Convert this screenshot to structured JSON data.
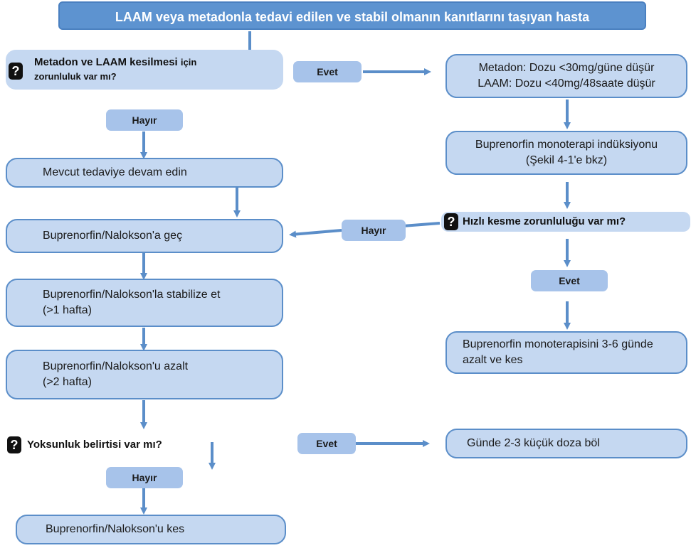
{
  "title": "LAAM veya metadonla tedavi edilen ve stabil olmanın kanıtlarını taşıyan hasta",
  "questions": {
    "q1_line1_bold": "Metadon ve LAAM kesilmesi",
    "q1_line1_small": "için",
    "q1_line2": "zorunluluk var mı?",
    "q2": "Hızlı kesme zorunluluğu var mı?",
    "q3": "Yoksunluk belirtisi var mı?"
  },
  "tags": {
    "evet1": "Evet",
    "hayir1": "Hayır",
    "hayir2": "Hayır",
    "evet2": "Evet",
    "evet3": "Evet",
    "hayir3": "Hayır"
  },
  "boxes": {
    "reduce_line1": "Metadon: Dozu <30mg/güne düşür",
    "reduce_line2": "LAAM: Dozu <40mg/48saate düşür",
    "induction_line1": "Buprenorfin monoterapi indüksiyonu",
    "induction_line2": "(Şekil 4-1'e bkz)",
    "continue": "Mevcut tedaviye devam edin",
    "switch": "Buprenorfin/Nalokson'a geç",
    "stabilize_line1": "Buprenorfin/Nalokson'la stabilize et",
    "stabilize_line2": "(>1 hafta)",
    "taper_line1": "Buprenorfin/Nalokson'u azalt",
    "taper_line2": "(>2 hafta)",
    "mono_taper_line1": "Buprenorfin monoterapisini 3-6 günde",
    "mono_taper_line2": "azalt ve kes",
    "split": "Günde 2-3 küçük doza böl",
    "stop": "Buprenorfin/Nalokson'u kes"
  },
  "icons": {
    "question": "question-icon",
    "arrow": "arrow-icon"
  },
  "colors": {
    "header": "#5d93d0",
    "box_fill": "#c5d8f1",
    "box_border": "#5b8ec9",
    "tag_fill": "#a7c3ea",
    "arrow": "#5b8ec9"
  }
}
